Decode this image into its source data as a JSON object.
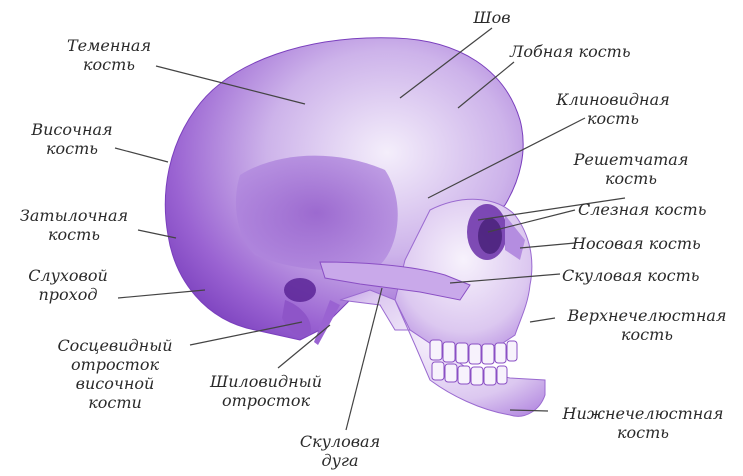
{
  "labels": {
    "parietal": [
      "Теменная",
      "кость"
    ],
    "suture": [
      "Шов"
    ],
    "frontal": [
      "Лобная кость"
    ],
    "temporal": [
      "Височная",
      "кость"
    ],
    "sphenoid": [
      "Клиновидная",
      "кость"
    ],
    "ethmoid": [
      "Решетчатая",
      "кость"
    ],
    "occipital": [
      "Затылочная",
      "кость"
    ],
    "lacrimal": [
      "Слезная кость"
    ],
    "nasal": [
      "Носовая кость"
    ],
    "ear_canal": [
      "Слуховой",
      "проход"
    ],
    "zygomatic": [
      "Скуловая кость"
    ],
    "maxilla": [
      "Верхнечелюстная",
      "кость"
    ],
    "mastoid": [
      "Сосцевидный",
      "отросток",
      "височной",
      "кости"
    ],
    "styloid": [
      "Шиловидный",
      "отросток"
    ],
    "mandible": [
      "Нижнечелюстная",
      "кость"
    ],
    "zygomatic_arch": [
      "Скуловая",
      "дуга"
    ]
  },
  "colors": {
    "skull": "#8a4fc4",
    "skull_light": "#efe7f8",
    "leader_line": "#444444"
  }
}
